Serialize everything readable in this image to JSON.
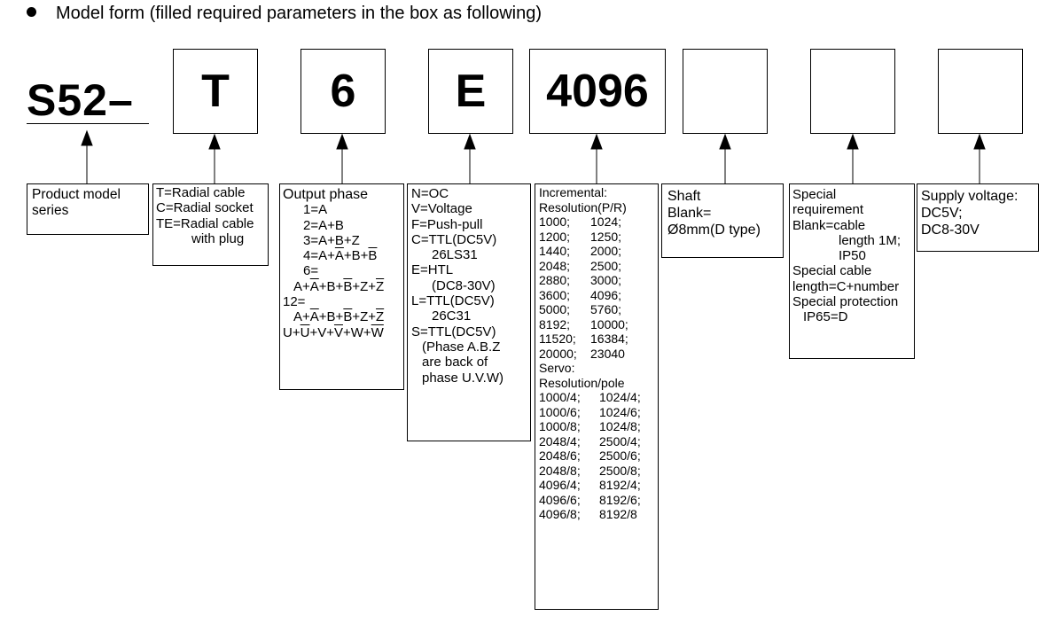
{
  "header": {
    "text": "Model form (filled required parameters in the box as following)"
  },
  "model": {
    "prefix": "S52–",
    "codes": [
      "T",
      "6",
      "E",
      "4096",
      "",
      "",
      "",
      ""
    ]
  },
  "descriptions": {
    "series": [
      "Product model",
      "series"
    ],
    "cable": [
      "T=Radial cable",
      "C=Radial socket",
      "TE=Radial cable",
      "with plug"
    ],
    "output_phase": {
      "title": "Output phase",
      "l1": "1=A",
      "l2": "2=A+B",
      "l3": "3=A+B+Z",
      "l4": "4=A+A+B+B",
      "l5": "6=",
      "l6": "A+A+B+B+Z+Z",
      "l7": "12=",
      "l8": "A+A+B+B+Z+Z",
      "l9": "U+U+V+V+W+W"
    },
    "signal": [
      "N=OC",
      "V=Voltage",
      "F=Push-pull",
      "C=TTL(DC5V)",
      "26LS31",
      "E=HTL",
      "(DC8-30V)",
      "L=TTL(DC5V)",
      "26C31",
      "S=TTL(DC5V)",
      "(Phase A.B.Z",
      "are back of",
      "phase U.V.W)"
    ],
    "resolution": {
      "incremental_title": "Incremental:",
      "incremental_sub": "Resolution(P/R)",
      "incremental": [
        [
          "1000;",
          "1024;"
        ],
        [
          "1200;",
          "1250;"
        ],
        [
          "1440;",
          "2000;"
        ],
        [
          "2048;",
          "2500;"
        ],
        [
          "2880;",
          "3000;"
        ],
        [
          "3600;",
          "4096;"
        ],
        [
          "5000;",
          "5760;"
        ],
        [
          "8192;",
          "10000;"
        ],
        [
          "11520;",
          "16384;"
        ],
        [
          "20000;",
          "23040"
        ]
      ],
      "servo_title": "Servo:",
      "servo_sub": "Resolution/pole",
      "servo": [
        [
          "1000/4;",
          "1024/4;"
        ],
        [
          "1000/6;",
          "1024/6;"
        ],
        [
          "1000/8;",
          "1024/8;"
        ],
        [
          "2048/4;",
          "2500/4;"
        ],
        [
          "2048/6;",
          "2500/6;"
        ],
        [
          "2048/8;",
          "2500/8;"
        ],
        [
          "4096/4;",
          "8192/4;"
        ],
        [
          "4096/6;",
          "8192/6;"
        ],
        [
          "4096/8;",
          "8192/8"
        ]
      ]
    },
    "shaft": [
      "Shaft",
      "Blank=",
      "Ø8mm(D type)"
    ],
    "special": [
      "Special",
      "requirement",
      "Blank=cable",
      "length 1M;",
      "IP50",
      "Special cable",
      "length=C+number",
      "Special protection",
      "IP65=D"
    ],
    "voltage": [
      "Supply voltage:",
      "DC5V;",
      "DC8-30V"
    ]
  }
}
